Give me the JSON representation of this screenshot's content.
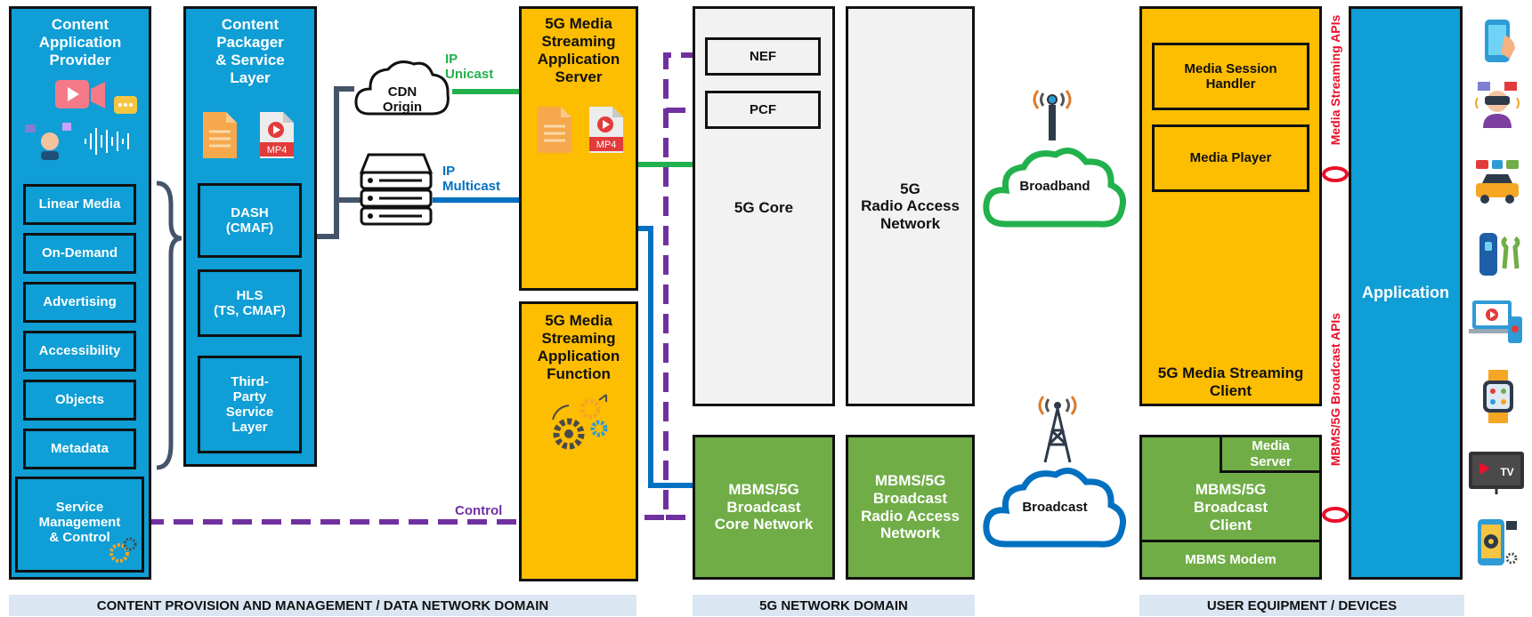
{
  "provider": {
    "title": "Content\nApplication\nProvider",
    "items": [
      "Linear Media",
      "On-Demand",
      "Advertising",
      "Accessibility",
      "Objects",
      "Metadata"
    ],
    "service_mgmt": "Service\nManagement\n& Control"
  },
  "packager": {
    "title": "Content\nPackager\n& Service\nLayer",
    "items": [
      "DASH\n(CMAF)",
      "HLS\n(TS, CMAF)",
      "Third-\nParty\nService\nLayer"
    ],
    "file_label": "MP4"
  },
  "cdn": {
    "label": "CDN\nOrigin"
  },
  "links": {
    "unicast": "IP\nUnicast",
    "multicast": "IP\nMulticast",
    "control": "Control",
    "colors": {
      "unicast": "#22b14c",
      "multicast": "#0070c0",
      "control": "#7030a0",
      "service_line": "#44546a"
    }
  },
  "server": {
    "title": "5G Media\nStreaming\nApplication\nServer",
    "file_label": "MP4"
  },
  "function": {
    "title": "5G Media\nStreaming\nApplication\nFunction"
  },
  "core": {
    "nef": "NEF",
    "pcf": "PCF",
    "label": "5G Core"
  },
  "ran": {
    "label": "5G\nRadio Access\nNetwork"
  },
  "mbms_core": {
    "label": "MBMS/5G\nBroadcast\nCore Network"
  },
  "mbms_ran": {
    "label": "MBMS/5G\nBroadcast\nRadio Access\nNetwork"
  },
  "clouds": {
    "broadband": "Broadband",
    "broadcast": "Broadcast"
  },
  "ue": {
    "client": "5G Media Streaming\nClient",
    "session_handler": "Media Session\nHandler",
    "player": "Media Player",
    "media_server": "Media\nServer",
    "mbms_client": "MBMS/5G\nBroadcast\nClient",
    "modem": "MBMS Modem",
    "api_top": "Media Streaming APIs",
    "api_bottom": "MBMS/5G Broadcast APIs",
    "application": "Application",
    "api_color": "#e8102a"
  },
  "devices": [
    "phone-icon",
    "vr-headset-icon",
    "connected-car-icon",
    "earbuds-icon",
    "laptop-icon",
    "smartwatch-icon",
    "tv-icon",
    "music-phone-icon"
  ],
  "tv_label": "TV",
  "domains": [
    "CONTENT PROVISION AND MANAGEMENT / DATA NETWORK DOMAIN",
    "5G NETWORK DOMAIN",
    "USER EQUIPMENT / DEVICES"
  ],
  "palette": {
    "blue": "#0f9ed5",
    "yellow": "#fdbd00",
    "green": "#70ad47",
    "gray": "#f2f2f2"
  }
}
